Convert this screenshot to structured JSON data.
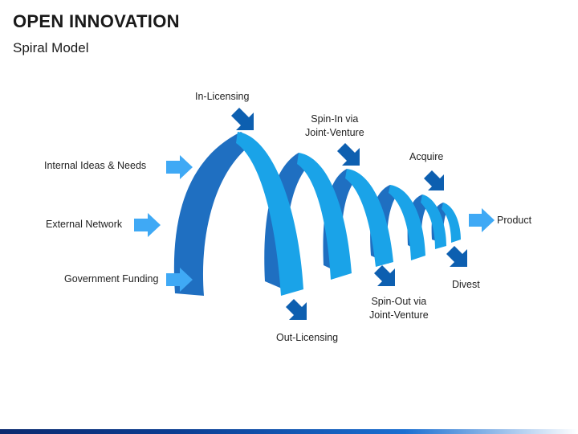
{
  "header": {
    "title": "OPEN INNOVATION",
    "subtitle": "Spiral Model"
  },
  "labels": {
    "in_licensing": "In-Licensing",
    "spin_in": "Spin-In via\nJoint-Venture",
    "acquire": "Acquire",
    "internal_ideas": "Internal Ideas & Needs",
    "external_network": "External Network",
    "government_funding": "Government Funding",
    "product": "Product",
    "divest": "Divest",
    "spin_out": "Spin-Out via\nJoint-Venture",
    "out_licensing": "Out-Licensing"
  },
  "colors": {
    "spiral_dark": "#1f6fc1",
    "spiral_light": "#1aa3e8",
    "arrow_light": "#3fa9f5",
    "arrow_dark": "#0d5fb0",
    "text": "#222222"
  }
}
